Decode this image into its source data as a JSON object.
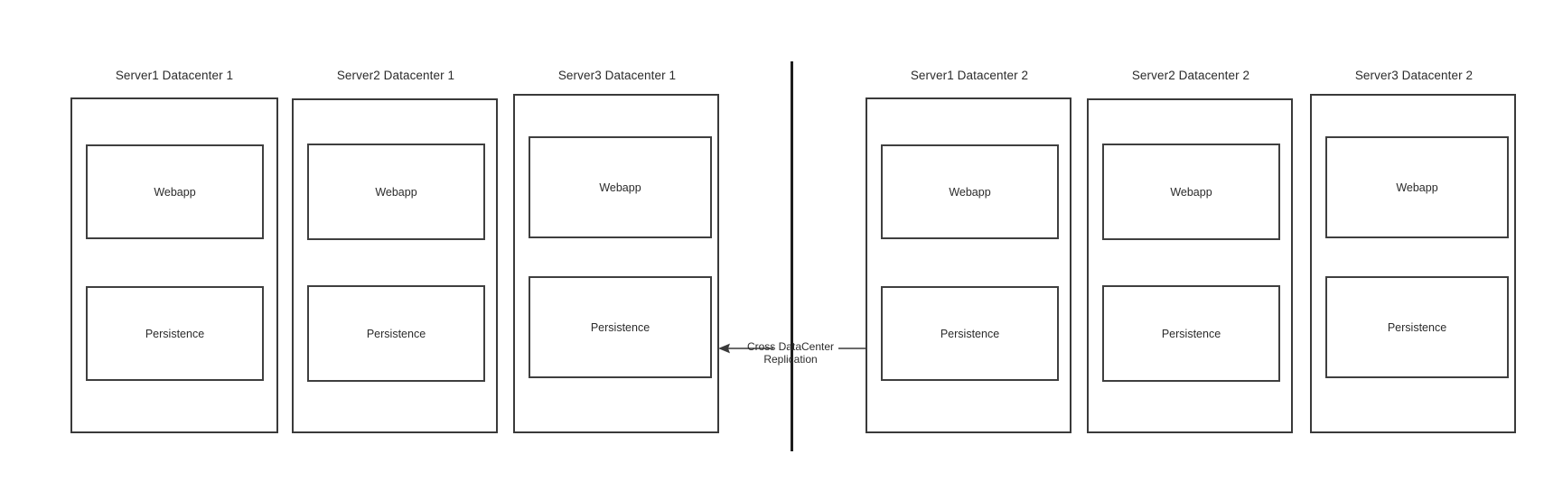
{
  "diagram": {
    "title_hidden": "",
    "background_color": "#ffffff",
    "stroke_color": "#3a3a3a",
    "divider_color": "#1d1d1d",
    "text_color": "#2b2b2b",
    "component_labels": {
      "webapp": "Webapp",
      "persistence": "Persistence"
    },
    "replication": {
      "line1": "Cross DataCenter",
      "line2": "Replication",
      "left_arrow_icon": "arrow-left-icon",
      "right_arrow_icon": "arrow-right-icon"
    },
    "datacenters": [
      {
        "name": "Datacenter 1",
        "servers": [
          {
            "title": "Server1 Datacenter 1",
            "components": [
              {
                "label": "Webapp"
              },
              {
                "label": "Persistence"
              }
            ]
          },
          {
            "title": "Server2 Datacenter 1",
            "components": [
              {
                "label": "Webapp"
              },
              {
                "label": "Persistence"
              }
            ]
          },
          {
            "title": "Server3 Datacenter 1",
            "components": [
              {
                "label": "Webapp"
              },
              {
                "label": "Persistence"
              }
            ]
          }
        ]
      },
      {
        "name": "Datacenter 2",
        "servers": [
          {
            "title": "Server1 Datacenter 2",
            "components": [
              {
                "label": "Webapp"
              },
              {
                "label": "Persistence"
              }
            ]
          },
          {
            "title": "Server2 Datacenter 2",
            "components": [
              {
                "label": "Webapp"
              },
              {
                "label": "Persistence"
              }
            ]
          },
          {
            "title": "Server3 Datacenter 2",
            "components": [
              {
                "label": "Webapp"
              },
              {
                "label": "Persistence"
              }
            ]
          }
        ]
      }
    ]
  }
}
